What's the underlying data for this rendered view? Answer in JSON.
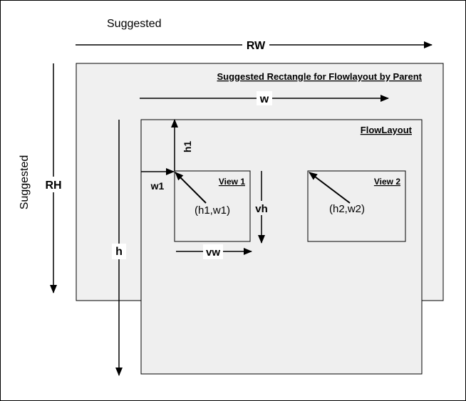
{
  "labels": {
    "suggested_top": "Suggested",
    "suggested_left": "Suggested",
    "rw": "RW",
    "rh": "RH",
    "w": "w",
    "h": "h",
    "h1": "h1",
    "w1": "w1",
    "vh": "vh",
    "vw": "vw",
    "parent_rect": "Suggested Rectangle for Flowlayout by Parent",
    "flowlayout": "FlowLayout",
    "view1": "View 1",
    "view2": "View 2",
    "coord1": "(h1,w1)",
    "coord2": "(h2,w2)"
  },
  "colors": {
    "outer_fill": "#f0f0f0",
    "inner_fill": "#efefef",
    "stroke": "#000000"
  }
}
